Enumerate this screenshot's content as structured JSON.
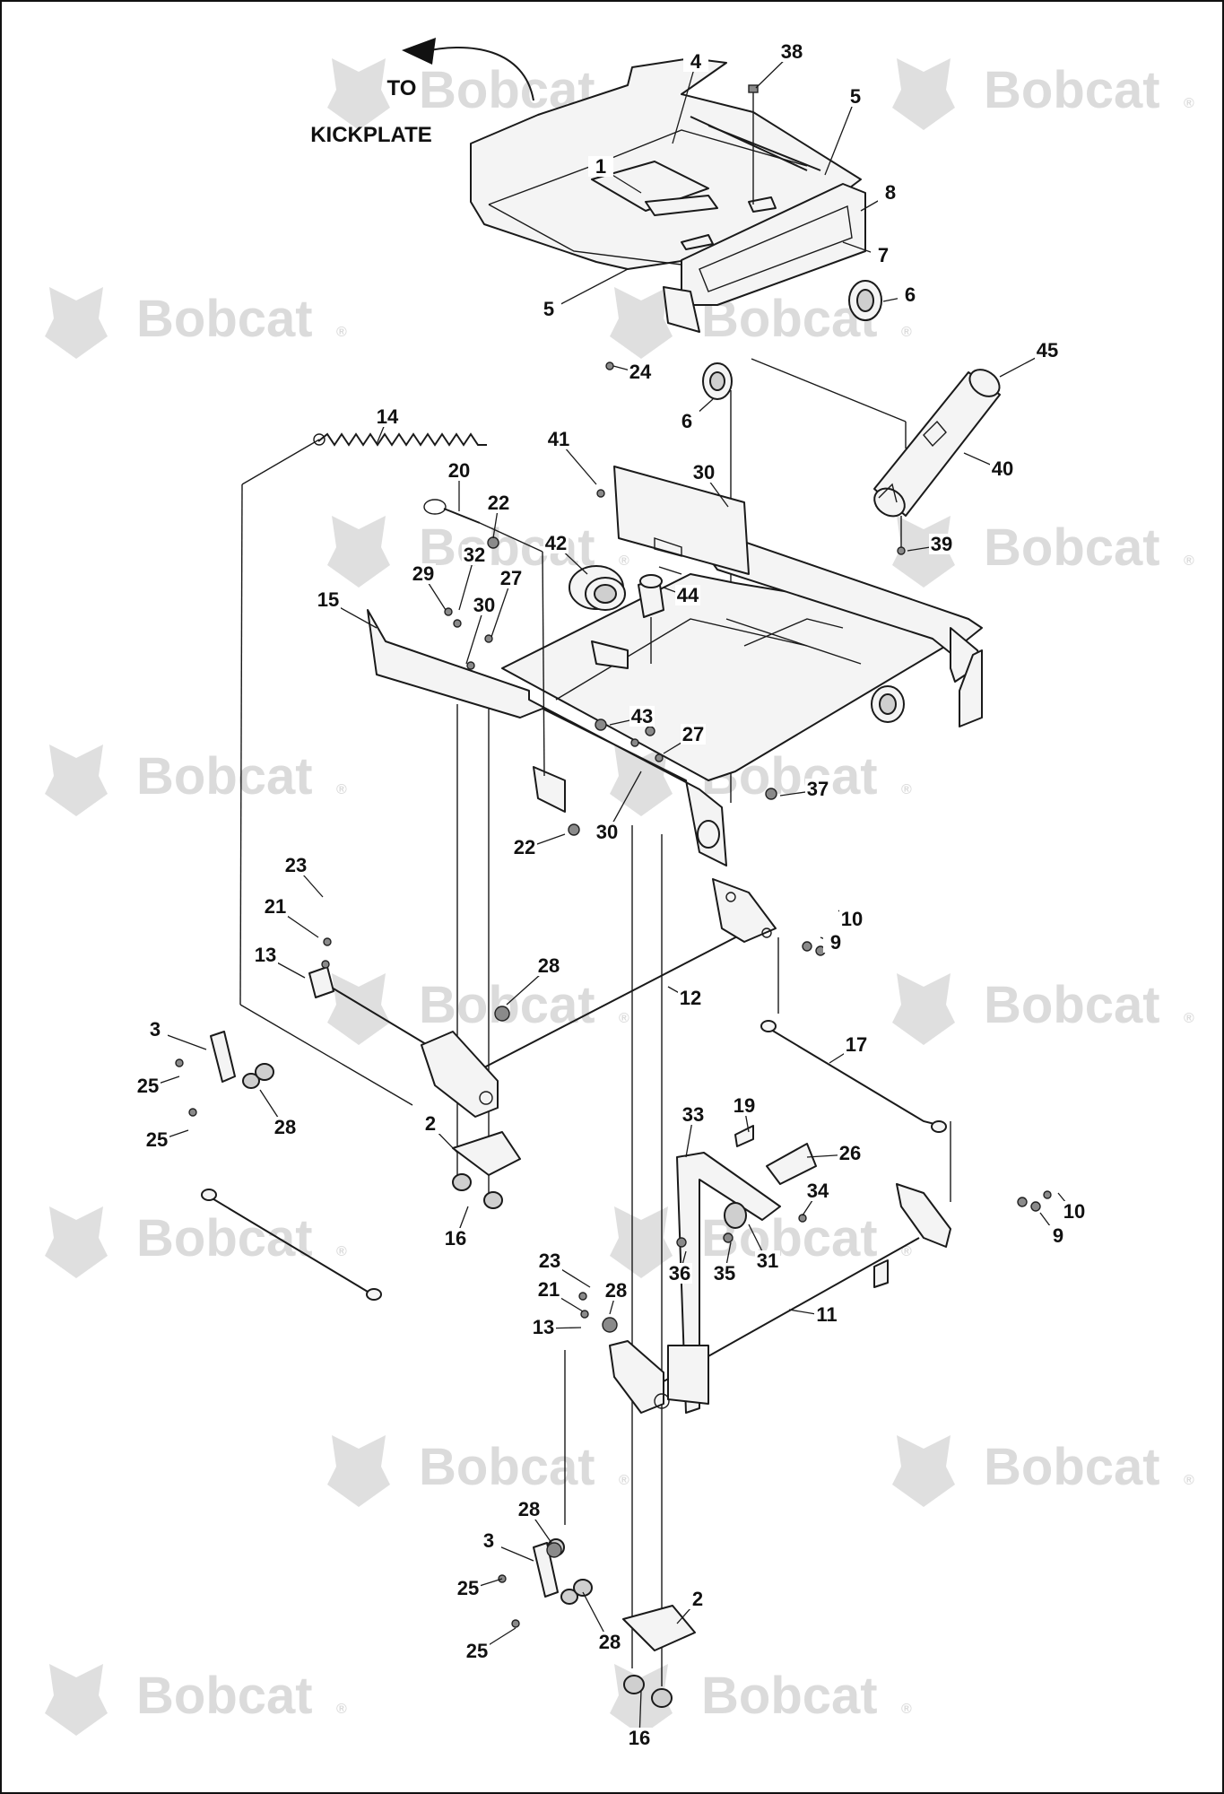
{
  "header": {
    "line1": "TO",
    "line2": "KICKPLATE"
  },
  "watermark": {
    "text": "Bobcat",
    "reg": "®"
  },
  "callouts": [
    "1",
    "2",
    "3",
    "4",
    "5",
    "6",
    "7",
    "8",
    "9",
    "10",
    "11",
    "12",
    "13",
    "14",
    "15",
    "16",
    "17",
    "19",
    "20",
    "21",
    "22",
    "23",
    "24",
    "25",
    "26",
    "27",
    "28",
    "29",
    "30",
    "31",
    "32",
    "33",
    "34",
    "35",
    "36",
    "37",
    "38",
    "39",
    "40",
    "41",
    "42",
    "43",
    "44",
    "45"
  ],
  "colors": {
    "ink": "#111111",
    "watermark": "#cfcfcf",
    "background": "#ffffff"
  }
}
